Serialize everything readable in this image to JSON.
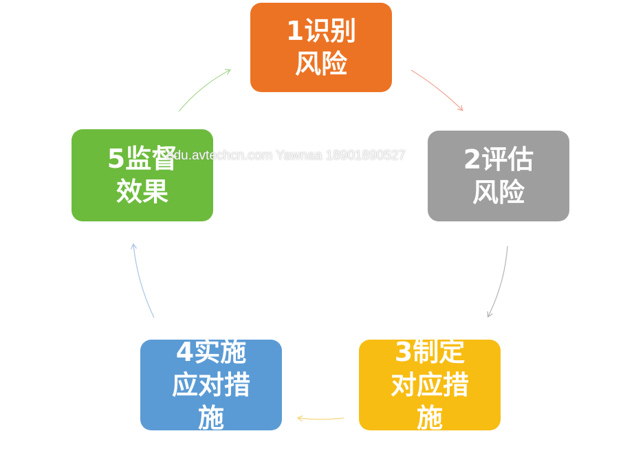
{
  "steps": [
    {
      "id": "s1",
      "label": "1识别风险",
      "color": "#ec7324"
    },
    {
      "id": "s2",
      "label": "2评估风险",
      "color": "#9e9e9e"
    },
    {
      "id": "s3",
      "label": "3制定对应措施",
      "color": "#f8bd13"
    },
    {
      "id": "s4",
      "label": "4实施应对措施",
      "color": "#5b9bd5"
    },
    {
      "id": "s5",
      "label": "5监督效果",
      "color": "#6cbb3c"
    }
  ],
  "arrow_colors": {
    "a1_2": "#f2a493",
    "a2_3": "#b4b4b4",
    "a3_4": "#f8d57a",
    "a4_5": "#a9c4e3",
    "a5_1": "#a6d790"
  },
  "watermark": "edu.avtechcn.com Yawnaa 18901890527"
}
